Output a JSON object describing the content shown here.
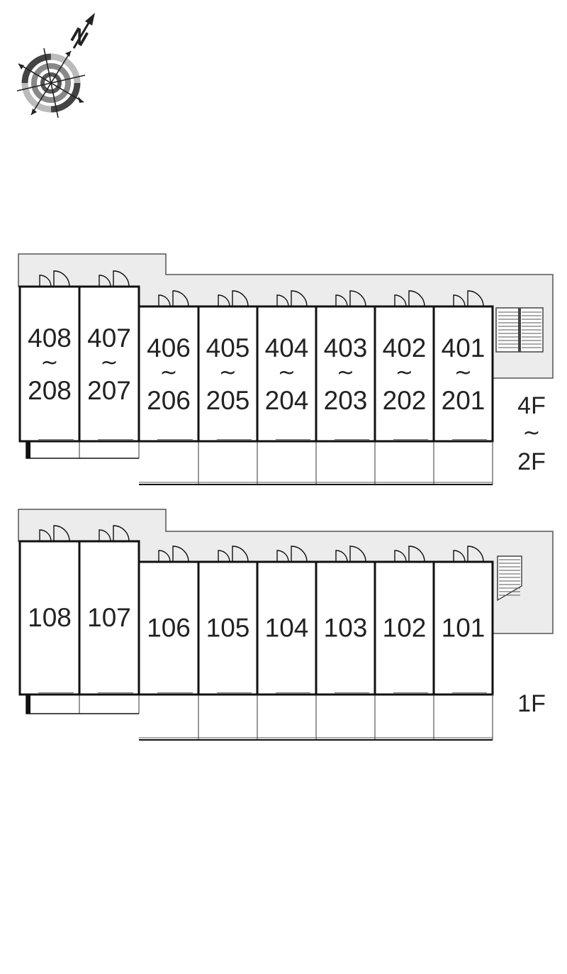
{
  "compass": {
    "north_label": "N",
    "icon": "compass-icon"
  },
  "tilde": "~",
  "colors": {
    "corridor": "#ececec",
    "wall": "#111111",
    "thin": "#555555",
    "stair": "#444444"
  },
  "upper_block": {
    "floor_label": {
      "top": "4F",
      "sep": "~",
      "bottom": "2F"
    },
    "units": [
      {
        "top": "408",
        "bottom": "208"
      },
      {
        "top": "407",
        "bottom": "207"
      },
      {
        "top": "406",
        "bottom": "206"
      },
      {
        "top": "405",
        "bottom": "205"
      },
      {
        "top": "404",
        "bottom": "204"
      },
      {
        "top": "403",
        "bottom": "203"
      },
      {
        "top": "402",
        "bottom": "202"
      },
      {
        "top": "401",
        "bottom": "201"
      }
    ]
  },
  "lower_block": {
    "floor_label": "1F",
    "units": [
      "108",
      "107",
      "106",
      "105",
      "104",
      "103",
      "102",
      "101"
    ]
  }
}
